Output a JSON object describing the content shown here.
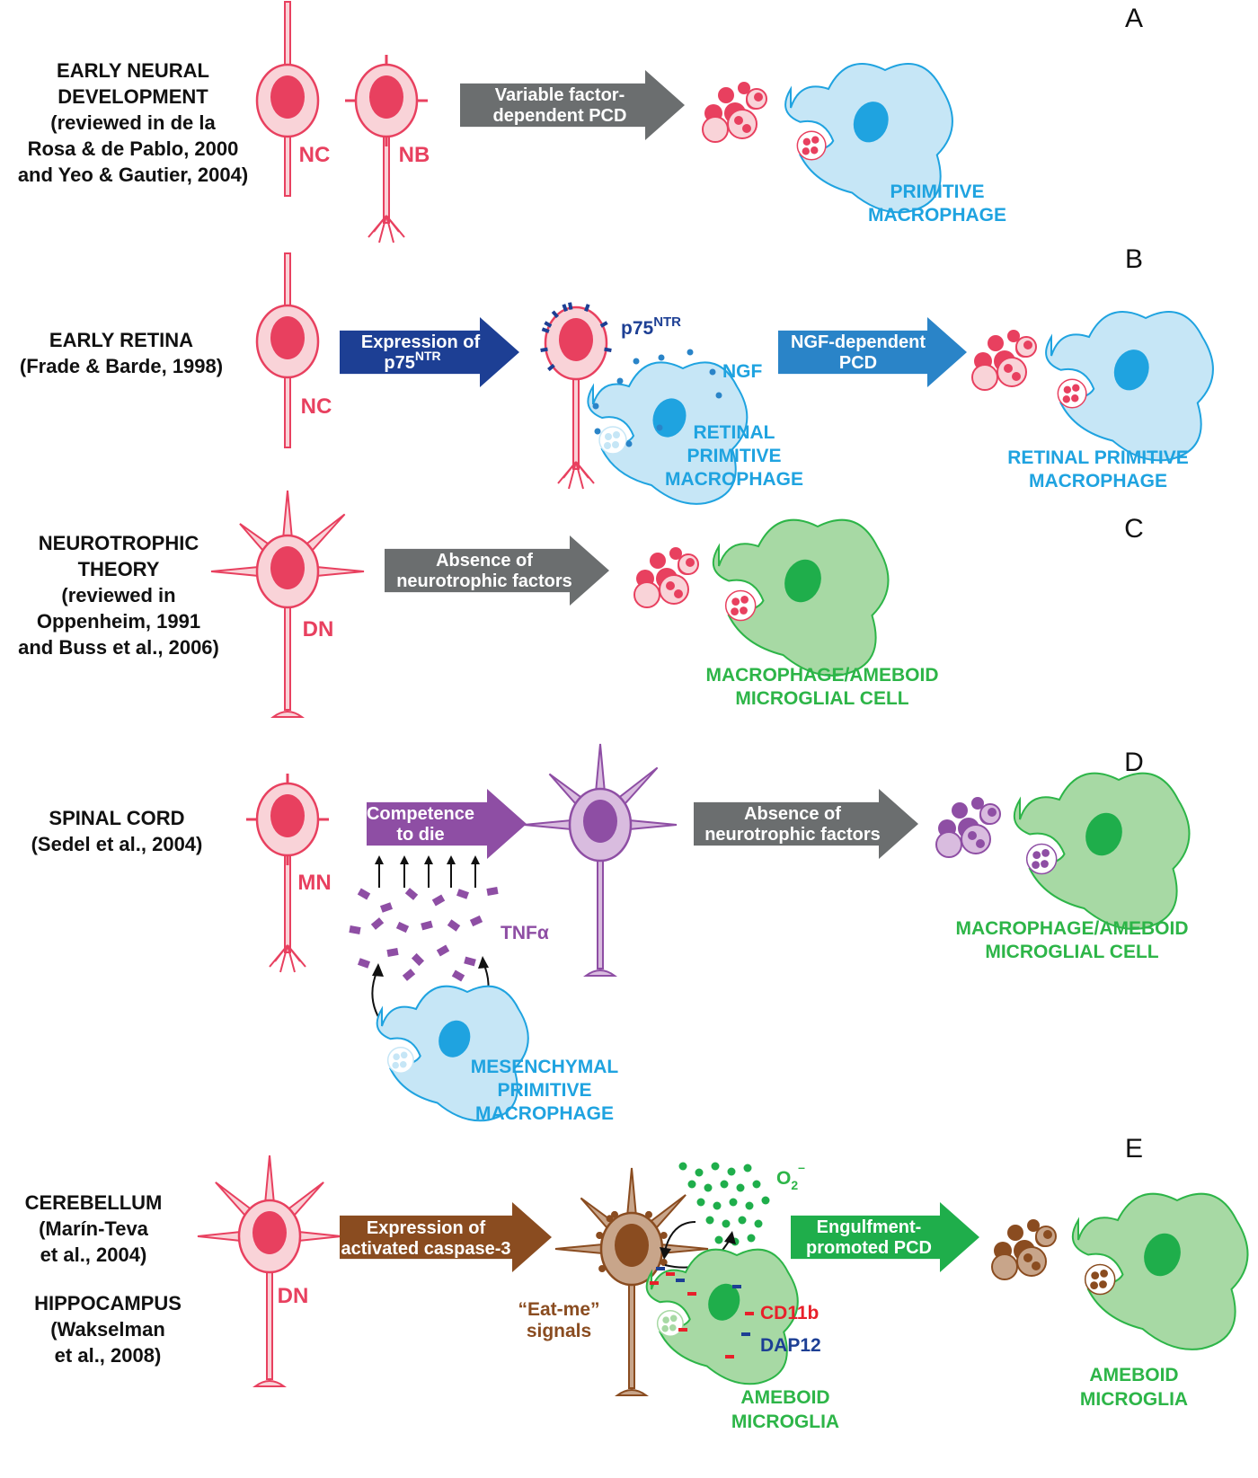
{
  "colors": {
    "neuron_fill": "#f9d3d8",
    "neuron_stroke": "#e8405f",
    "nucleus": "#e8405f",
    "macrophage_blue": "#c6e6f6",
    "macrophage_blue_stroke": "#1fa3e0",
    "microglia_green": "#a7d9a4",
    "microglia_green_stroke": "#2db548",
    "arrow_grey": "#6b6e6f",
    "arrow_navy": "#1d3f94",
    "arrow_blue": "#2a84c8",
    "arrow_purple": "#8e4ea4",
    "arrow_brown": "#8a4c20",
    "arrow_green": "#1fae4b"
  },
  "panels": {
    "A": {
      "letter": "A",
      "context": [
        "EARLY NEURAL",
        "DEVELOPMENT",
        "(reviewed in de la",
        "Rosa & de Pablo, 2000",
        "and Yeo & Gautier, 2004)"
      ],
      "cell_labels": [
        "NC",
        "NB"
      ],
      "arrow": [
        "Variable factor-",
        "dependent PCD"
      ],
      "macrophage": [
        "PRIMITIVE",
        "MACROPHAGE"
      ]
    },
    "B": {
      "letter": "B",
      "context": [
        "EARLY RETINA",
        "(Frade & Barde, 1998)"
      ],
      "cell_label": "NC",
      "arrow1": [
        "Expression of",
        "p75"
      ],
      "arrow1_sup": "NTR",
      "receptor": "p75",
      "receptor_sup": "NTR",
      "ligand": "NGF",
      "mid_macrophage": [
        "RETINAL",
        "PRIMITIVE",
        "MACROPHAGE"
      ],
      "arrow2": [
        "NGF-dependent",
        "PCD"
      ],
      "end_macrophage": [
        "RETINAL PRIMITIVE",
        "MACROPHAGE"
      ]
    },
    "C": {
      "letter": "C",
      "context": [
        "NEUROTROPHIC",
        "THEORY",
        "(reviewed in",
        "Oppenheim, 1991",
        "and Buss et al., 2006)"
      ],
      "cell_label": "DN",
      "arrow": [
        "Absence of",
        "neurotrophic factors"
      ],
      "macrophage": [
        "MACROPHAGE/AMEBOID",
        "MICROGLIAL CELL"
      ]
    },
    "D": {
      "letter": "D",
      "context": [
        "SPINAL CORD",
        "(Sedel et al., 2004)"
      ],
      "cell_label": "MN",
      "arrow1": [
        "Competence",
        "to die"
      ],
      "factor": "TNFα",
      "source": [
        "MESENCHYMAL",
        "PRIMITIVE",
        "MACROPHAGE"
      ],
      "arrow2": [
        "Absence of",
        "neurotrophic factors"
      ],
      "macrophage": [
        "MACROPHAGE/AMEBOID",
        "MICROGLIAL CELL"
      ]
    },
    "E": {
      "letter": "E",
      "context1": [
        "CEREBELLUM",
        "(Marín-Teva",
        "et al., 2004)"
      ],
      "context2": [
        "HIPPOCAMPUS",
        "(Wakselman",
        "et al., 2008)"
      ],
      "cell_label": "DN",
      "arrow1": [
        "Expression of",
        "activated caspase-3"
      ],
      "superoxide": "O",
      "superoxide_sub": "2",
      "superoxide_sup": "–",
      "eatme": [
        "“Eat-me”",
        "signals"
      ],
      "receptor1": "CD11b",
      "receptor2": "DAP12",
      "mid_microglia": [
        "AMEBOID",
        "MICROGLIA"
      ],
      "arrow2": [
        "Engulfment-",
        "promoted PCD"
      ],
      "end_microglia": [
        "AMEBOID",
        "MICROGLIA"
      ]
    }
  }
}
